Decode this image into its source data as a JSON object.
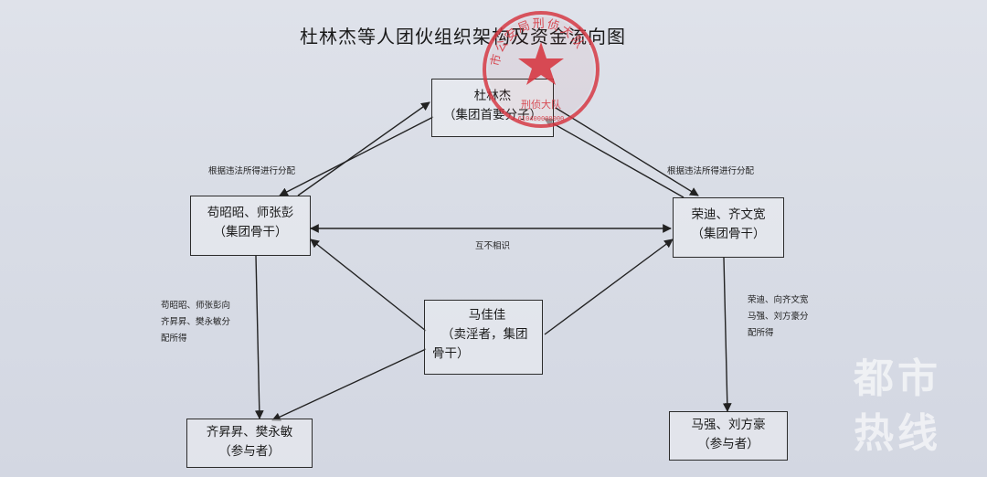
{
  "title": "杜林杰等人团伙组织架构及资金流向图",
  "nodes": {
    "top": {
      "line1": "杜林杰",
      "line2": "（集团首要分子）"
    },
    "left": {
      "line1": "苟昭昭、师张彭",
      "line2": "（集团骨干）"
    },
    "right": {
      "line1": "荣迪、齐文宽",
      "line2": "（集团骨干）"
    },
    "center": {
      "line1": "马佳佳",
      "line2": "（卖淫者，集团",
      "line3": "骨干）"
    },
    "bottom_left": {
      "line1": "齐昇昇、樊永敏",
      "line2": "（参与者）"
    },
    "bottom_right": {
      "line1": "马强、刘方豪",
      "line2": "（参与者）"
    }
  },
  "labels": {
    "left_top": "根据违法所得进行分配",
    "right_top": "根据违法所得进行分配",
    "middle": "互不相识",
    "left_down": [
      "苟昭昭、师张彭向",
      "齐昇昇、樊永敏分",
      "配所得"
    ],
    "right_down": [
      "荣迪、向齐文宽",
      "马强、刘方豪分",
      "配所得"
    ]
  },
  "stamp": {
    "text": "市公安局刑侦大队",
    "code": "610400000000",
    "color": "#d63a44"
  },
  "watermark": {
    "line1": "都市",
    "line2": "热线"
  }
}
